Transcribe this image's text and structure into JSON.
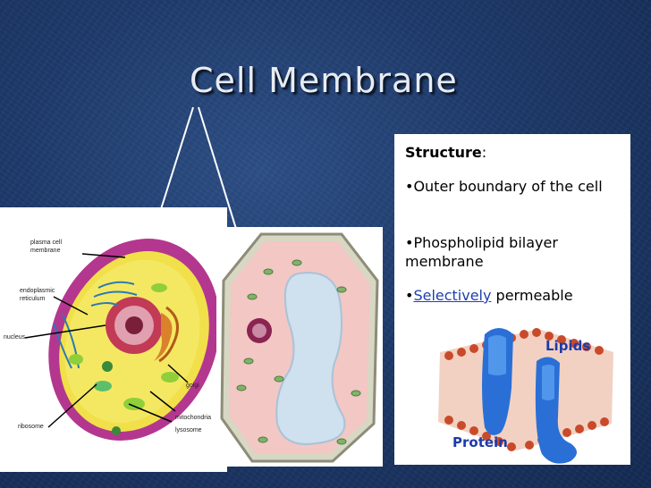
{
  "slide": {
    "title": "Cell Membrane",
    "structure_heading": "Structure",
    "structure_colon": ":",
    "bullets": {
      "b1": "•Outer boundary of the cell",
      "b2": "•Phospholipid bilayer membrane",
      "b3_prefix": "•",
      "b3_underlined": "Selectively",
      "b3_rest": " permeable"
    }
  },
  "animal_cell_labels": {
    "plasma_1": "plasma cell",
    "plasma_2": "membrane",
    "er_1": "endoplasmic",
    "er_2": "reticulum",
    "nucleus": "nucleus",
    "golgi": "golgi",
    "ribosome": "ribosome",
    "mitochondria": "mitochondria",
    "lysosome": "lysosome"
  },
  "membrane_labels": {
    "lipids": "Lipids",
    "protein": "Protein"
  },
  "colors": {
    "background": "#1e3a6a",
    "title_text": "#e8ecf2",
    "underline_link": "#1f3fae",
    "membrane_label": "#1e3aa8"
  }
}
